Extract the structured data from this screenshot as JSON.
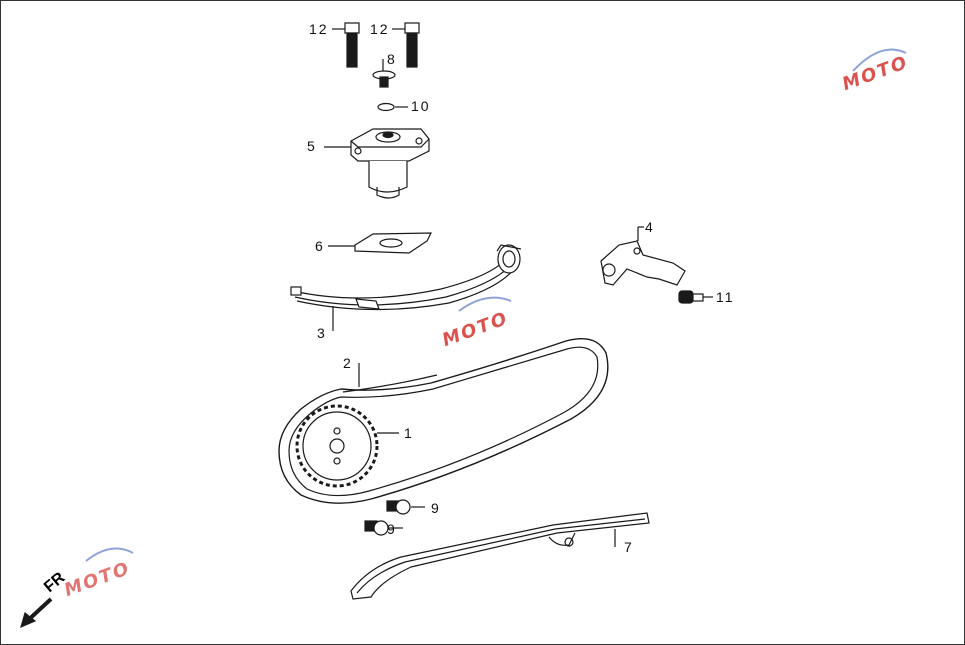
{
  "callouts": {
    "c12a": "12",
    "c12b": "12",
    "c8": "8",
    "c10": "10",
    "c5": "5",
    "c6": "6",
    "c4": "4",
    "c11": "11",
    "c3": "3",
    "c2": "2",
    "c1": "1",
    "c9a": "9",
    "c9b": "9",
    "c7": "7"
  },
  "direction_marker": "FR",
  "watermark": "MOTO",
  "colors": {
    "line": "#1a1a1a",
    "watermark_red": "#d9534f",
    "watermark_blue": "#8ea4d8"
  }
}
